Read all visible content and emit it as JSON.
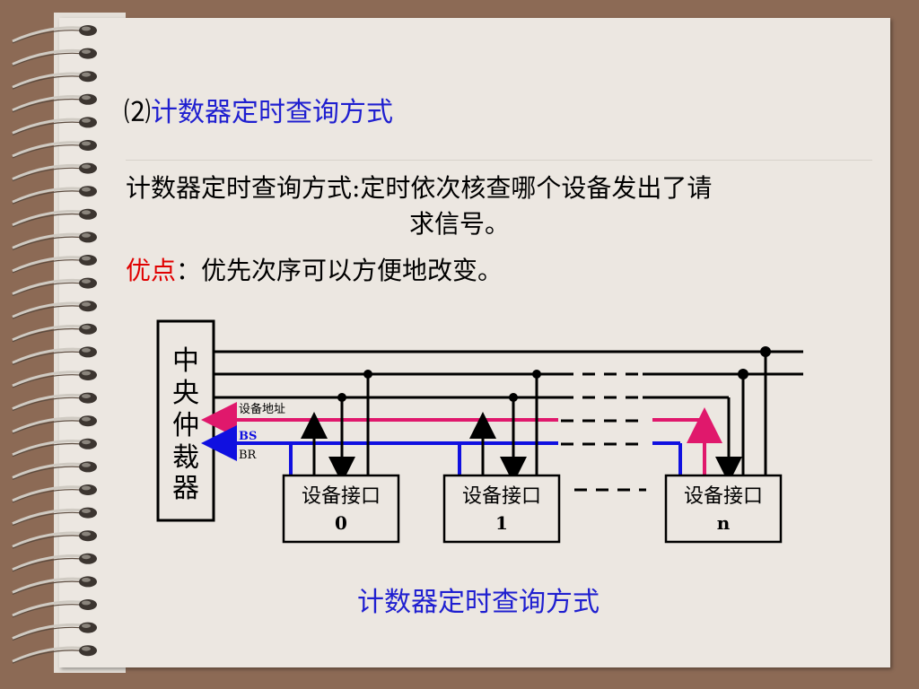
{
  "heading": {
    "num": "⑵",
    "title": "计数器定时查询方式"
  },
  "body": {
    "line1": "计数器定时查询方式:定时依次核查哪个设备发出了请",
    "line2": "求信号。",
    "adv_label": "优点",
    "adv_text": "：优先次序可以方便地改变。"
  },
  "diagram": {
    "arbiter_chars": [
      "中",
      "央",
      "仲",
      "裁",
      "器"
    ],
    "address_label": "设备地址",
    "bs_label": "BS",
    "br_label": "BR",
    "devices": [
      {
        "name": "设备接口",
        "index": "0"
      },
      {
        "name": "设备接口",
        "index": "1"
      },
      {
        "name": "设备接口",
        "index": "n"
      }
    ]
  },
  "caption": "计数器定时查询方式",
  "colors": {
    "accent_blue": "#1f1fd0",
    "bs_line": "#e0186c",
    "br_line": "#1010e0",
    "adv_red": "#e00000"
  }
}
